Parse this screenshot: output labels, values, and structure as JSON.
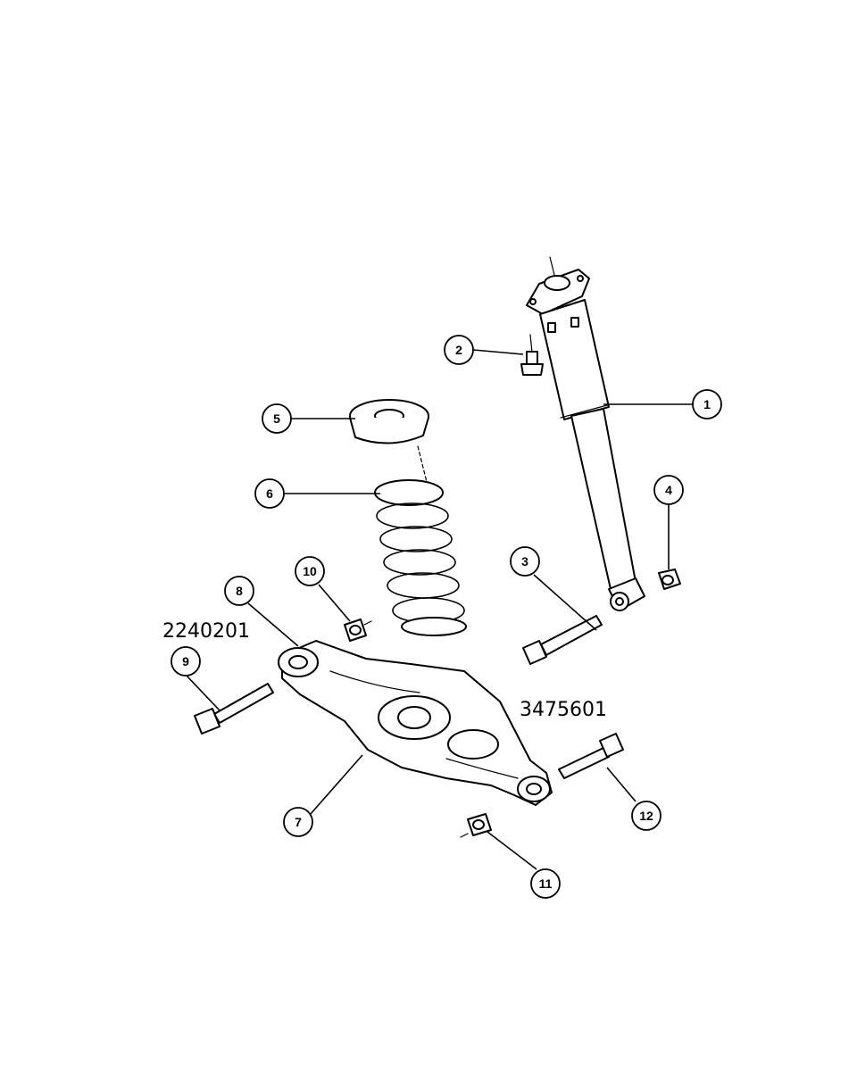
{
  "callouts": [
    "1",
    "2",
    "3",
    "4",
    "5",
    "6",
    "7",
    "8",
    "9",
    "10",
    "11",
    "12"
  ],
  "part_numbers": [
    "2240201",
    "3475601"
  ]
}
